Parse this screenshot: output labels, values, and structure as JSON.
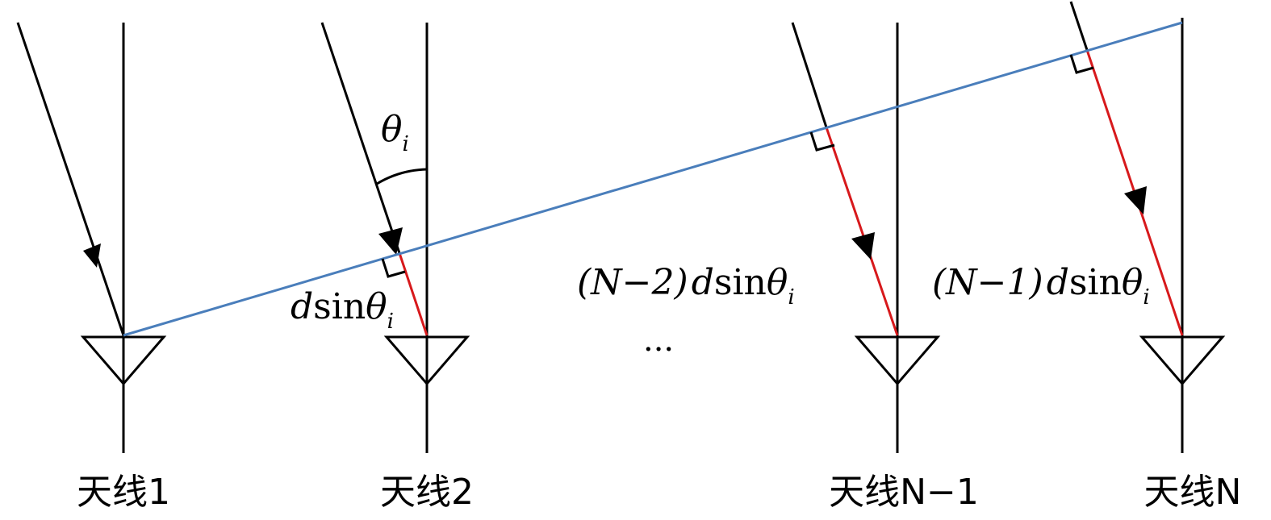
{
  "diagram": {
    "angle_label": {
      "symbol": "θ",
      "subscript": "i"
    },
    "path_difference_labels": [
      {
        "prefix": "",
        "var": "d",
        "func": "sin",
        "theta": "θ",
        "subscript": "i"
      },
      {
        "prefix": "(N−2)",
        "var": "d",
        "func": "sin",
        "theta": "θ",
        "subscript": "i"
      },
      {
        "prefix": "(N−1)",
        "var": "d",
        "func": "sin",
        "theta": "θ",
        "subscript": "i"
      }
    ],
    "ellipsis": "···",
    "antenna_labels": [
      "天线1",
      "天线2",
      "天线N−1",
      "天线N"
    ],
    "colors": {
      "wavefront": "#4a7ebb",
      "path_difference": "#d7191c",
      "ray": "#000000",
      "element": "#000000"
    }
  }
}
